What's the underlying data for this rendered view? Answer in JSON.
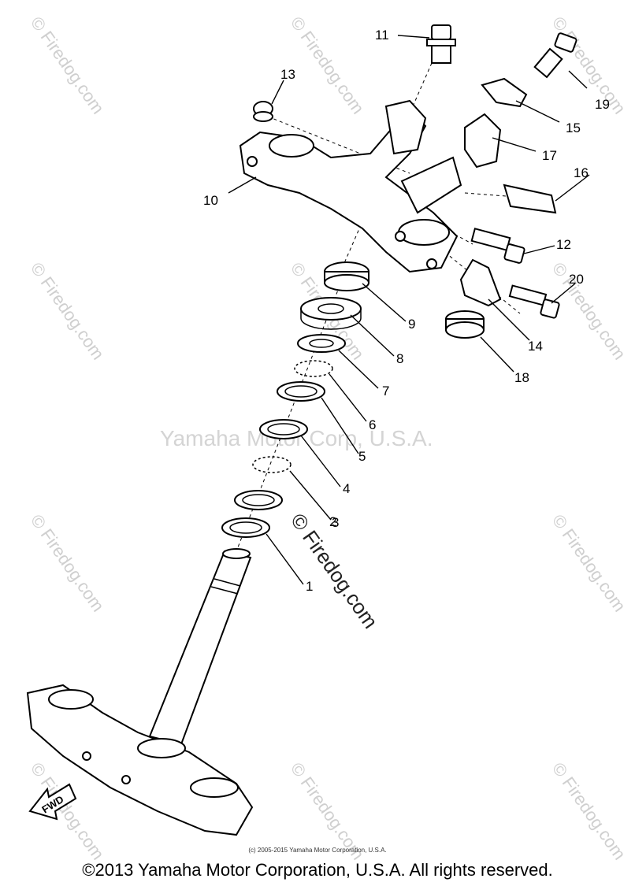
{
  "diagram": {
    "part_labels": [
      "1",
      "2",
      "3",
      "4",
      "5",
      "6",
      "7",
      "8",
      "9",
      "10",
      "11",
      "12",
      "13",
      "14",
      "15",
      "16",
      "17",
      "18",
      "19",
      "20"
    ],
    "watermark": "© Firedog.com",
    "center_watermark": "Yamaha Motor Corp, U.S.A.",
    "fwd_label": "FWD"
  },
  "footer": {
    "small_copyright": "(c) 2005-2015 Yamaha Motor Corporation, U.S.A.",
    "copyright": "©2013 Yamaha Motor Corporation, U.S.A. All rights reserved."
  }
}
